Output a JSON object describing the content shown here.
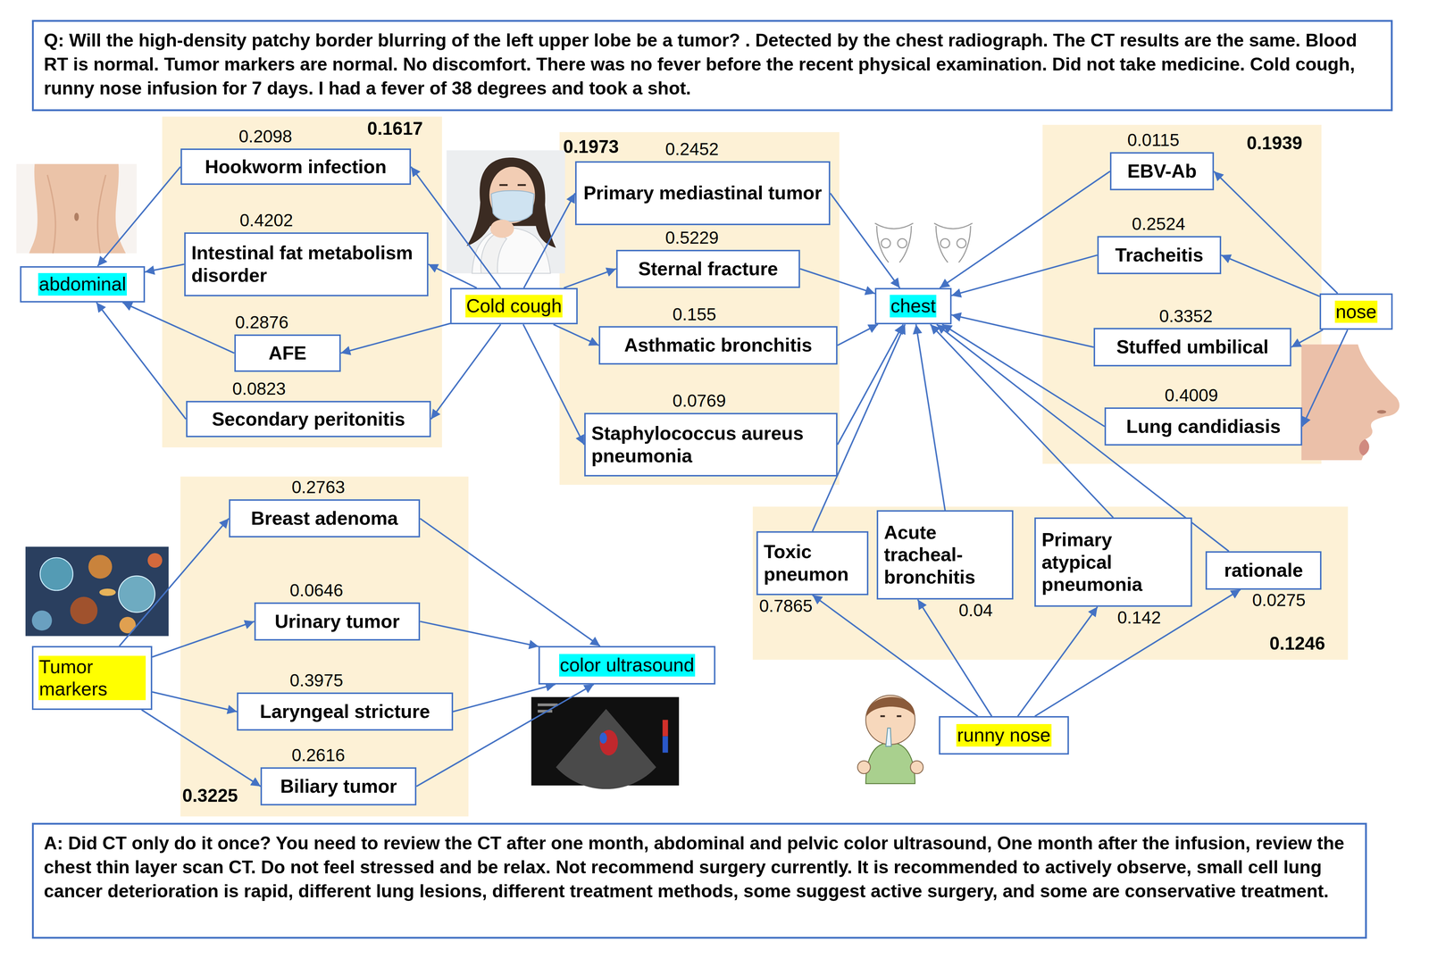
{
  "diagram": {
    "nodes": [
      {
        "text": [
          "Q: Will the high-density patchy border blurring of the left upper lobe be a tumor? . Detected by the chest radiograph. The CT results are the same. Blood RT is normal. Tumor markers are normal. No discomfort. There was no fever before the recent physical examination. Did not take medicine. Cold cough, runny nose infusion for 7 days. I had a fever of 38 degrees and took a shot."
        ]
      },
      {
        "text": [
          "0.1617"
        ]
      },
      {
        "text": [
          "Hookworm infection",
          "0.2098"
        ],
        "in": 1
      },
      {
        "text": [
          "Intestinal fat metabolism disorder",
          "0.4202"
        ],
        "in": 1
      },
      {
        "text": [
          "AFE",
          "0.2876"
        ],
        "in": 1
      },
      {
        "text": [
          "Secondary peritonitis",
          "0.0823"
        ],
        "in": 1
      },
      {
        "text": [
          "0.1973"
        ]
      },
      {
        "text": [
          "Primary mediastinal tumor",
          "0.2452"
        ],
        "in": 6
      },
      {
        "text": [
          "Sternal fracture",
          "0.5229"
        ],
        "in": 6
      },
      {
        "text": [
          "Asthmatic bronchitis",
          "0.155"
        ],
        "in": 6
      },
      {
        "text": [
          "Staphylococcus aureus pneumonia",
          "0.0769"
        ],
        "in": 6
      },
      {
        "text": [
          "0.1939"
        ]
      },
      {
        "text": [
          "EBV-Ab",
          "0.0115"
        ],
        "in": 11
      },
      {
        "text": [
          "Tracheitis",
          "0.2524"
        ],
        "in": 11
      },
      {
        "text": [
          "Stuffed umbilical",
          "0.3352"
        ],
        "in": 11
      },
      {
        "text": [
          "Lung candidiasis",
          "0.4009"
        ],
        "in": 11
      },
      {
        "text": [
          "0.3225"
        ]
      },
      {
        "text": [
          "Breast adenoma",
          "0.2763"
        ],
        "in": 16
      },
      {
        "text": [
          "Urinary tumor",
          "0.0646"
        ],
        "in": 16
      },
      {
        "text": [
          "Laryngeal stricture",
          "0.3975"
        ],
        "in": 16
      },
      {
        "text": [
          "Biliary tumor",
          "0.2616"
        ],
        "in": 16
      },
      {
        "text": [
          "0.1246"
        ]
      },
      {
        "text": [
          "Toxic pneumon",
          "0.7865"
        ],
        "in": 21
      },
      {
        "text": [
          "Acute tracheal-bronchitis",
          "0.04"
        ],
        "in": 21
      },
      {
        "text": [
          "Primary atypical pneumonia",
          "0.142"
        ],
        "in": 21
      },
      {
        "text": [
          "rationale",
          "0.0275"
        ],
        "in": 21
      },
      {
        "text": [
          "abdominal"
        ]
      },
      {
        "text": [
          "Cold cough"
        ]
      },
      {
        "text": [
          "chest"
        ]
      },
      {
        "text": [
          "nose"
        ]
      },
      {
        "text": [
          "Tumor markers"
        ]
      },
      {
        "text": [
          "color ultrasound"
        ]
      },
      {
        "text": [
          "runny nose"
        ]
      },
      {
        "text": [
          "A: Did CT only do it once? You need to review the CT after one month, abdominal and pelvic color ultrasound, One month after the infusion, review the chest thin layer scan CT. Do not feel stressed and be relax. Not recommend surgery currently. It is recommended to actively observe, small cell lung cancer deterioration is rapid, different lung lesions, different treatment methods, some suggest active surgery, and some are conservative treatment."
        ]
      }
    ],
    "edges": [
      {
        "from": 27,
        "to": 2,
        "arrow": "to"
      },
      {
        "from": 27,
        "to": 3,
        "arrow": "to"
      },
      {
        "from": 27,
        "to": 4,
        "arrow": "to"
      },
      {
        "from": 27,
        "to": 5,
        "arrow": "to"
      },
      {
        "from": 2,
        "to": 26,
        "arrow": "to"
      },
      {
        "from": 3,
        "to": 26,
        "arrow": "to"
      },
      {
        "from": 4,
        "to": 26,
        "arrow": "to"
      },
      {
        "from": 5,
        "to": 26,
        "arrow": "to"
      },
      {
        "from": 27,
        "to": 7,
        "arrow": "to"
      },
      {
        "from": 27,
        "to": 8,
        "arrow": "to"
      },
      {
        "from": 27,
        "to": 9,
        "arrow": "to"
      },
      {
        "from": 27,
        "to": 10,
        "arrow": "to"
      },
      {
        "from": 7,
        "to": 28,
        "arrow": "to"
      },
      {
        "from": 8,
        "to": 28,
        "arrow": "to"
      },
      {
        "from": 9,
        "to": 28,
        "arrow": "to"
      },
      {
        "from": 10,
        "to": 28,
        "arrow": "to"
      },
      {
        "from": 29,
        "to": 12,
        "arrow": "to"
      },
      {
        "from": 29,
        "to": 13,
        "arrow": "to"
      },
      {
        "from": 29,
        "to": 14,
        "arrow": "to"
      },
      {
        "from": 29,
        "to": 15,
        "arrow": "to"
      },
      {
        "from": 12,
        "to": 28,
        "arrow": "to"
      },
      {
        "from": 13,
        "to": 28,
        "arrow": "to"
      },
      {
        "from": 14,
        "to": 28,
        "arrow": "to"
      },
      {
        "from": 15,
        "to": 28,
        "arrow": "to"
      },
      {
        "from": 30,
        "to": 17,
        "arrow": "to"
      },
      {
        "from": 30,
        "to": 18,
        "arrow": "to"
      },
      {
        "from": 30,
        "to": 19,
        "arrow": "to"
      },
      {
        "from": 30,
        "to": 20,
        "arrow": "to"
      },
      {
        "from": 17,
        "to": 31,
        "arrow": "to"
      },
      {
        "from": 18,
        "to": 31,
        "arrow": "to"
      },
      {
        "from": 19,
        "to": 31,
        "arrow": "to"
      },
      {
        "from": 20,
        "to": 31,
        "arrow": "to"
      },
      {
        "from": 32,
        "to": 22,
        "arrow": "to"
      },
      {
        "from": 32,
        "to": 23,
        "arrow": "to"
      },
      {
        "from": 32,
        "to": 24,
        "arrow": "to"
      },
      {
        "from": 32,
        "to": 25,
        "arrow": "to"
      },
      {
        "from": 22,
        "to": 28,
        "arrow": "to"
      },
      {
        "from": 23,
        "to": 28,
        "arrow": "to"
      },
      {
        "from": 24,
        "to": 28,
        "arrow": "to"
      },
      {
        "from": 25,
        "to": 28,
        "arrow": "to"
      }
    ]
  }
}
